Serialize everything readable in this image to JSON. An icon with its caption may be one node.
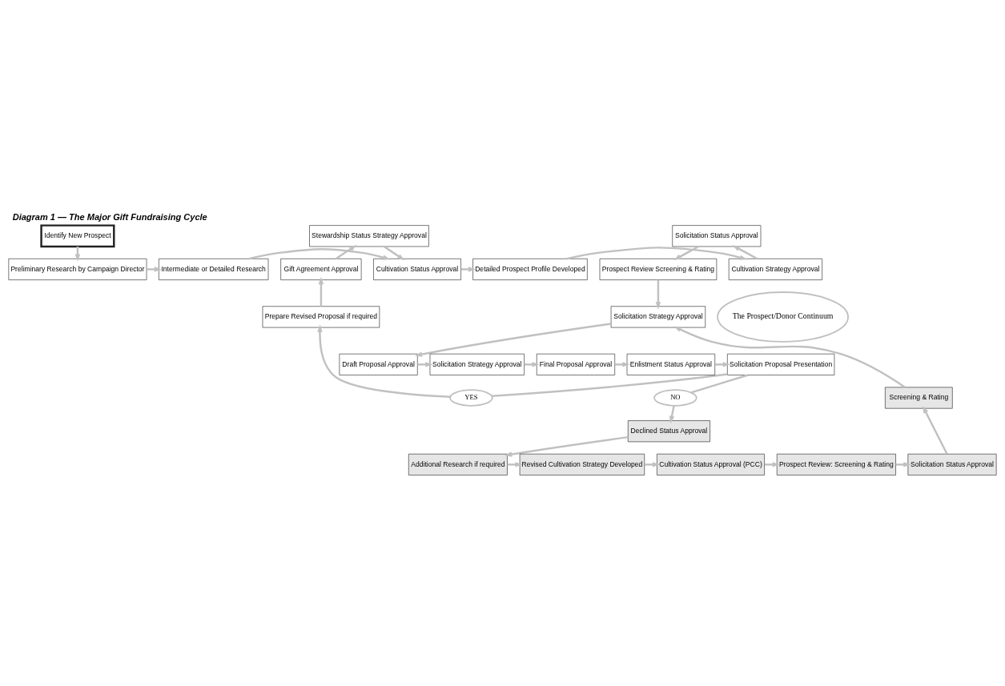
{
  "diagram": {
    "title": "Diagram 1 — The Major Gift Fundraising Cycle",
    "nodes": [
      {
        "text": [
          "Identify New Prospect"
        ]
      },
      {
        "text": [
          "Preliminary Research by Campaign Director"
        ]
      },
      {
        "text": [
          "Intermediate or Detailed Research"
        ]
      },
      {
        "text": [
          "Cultivation Status Approval"
        ]
      },
      {
        "text": [
          "Detailed Prospect Profile Developed"
        ]
      },
      {
        "text": [
          "Cultivation Strategy Approval"
        ]
      },
      {
        "text": [
          "Stewardship Status Strategy Approval"
        ]
      },
      {
        "text": [
          "Solicitation Status Approval"
        ]
      },
      {
        "text": [
          "Gift Agreement Approval"
        ]
      },
      {
        "text": [
          "Prospect Review Screening & Rating"
        ]
      },
      {
        "text": [
          "Prepare Revised Proposal if required"
        ]
      },
      {
        "text": [
          "The Prospect/Donor Continuum"
        ]
      },
      {
        "text": [
          "Solicitation Strategy Approval"
        ]
      },
      {
        "text": [
          "YES"
        ]
      },
      {
        "text": [
          "Solicitation Proposal Presentation"
        ]
      },
      {
        "text": [
          "Enlistment Status Approval"
        ]
      },
      {
        "text": [
          "Final Proposal Approval"
        ]
      },
      {
        "text": [
          "Solicitation Strategy Approval"
        ]
      },
      {
        "text": [
          "Draft Proposal Approval"
        ]
      },
      {
        "text": [
          "NO"
        ]
      },
      {
        "text": [
          "Declined Status Approval"
        ]
      },
      {
        "text": [
          "Screening & Rating"
        ]
      },
      {
        "text": [
          "Additional Research if required"
        ]
      },
      {
        "text": [
          "Revised Cultivation Strategy Developed"
        ]
      },
      {
        "text": [
          "Cultivation Status Approval (PCC)"
        ]
      },
      {
        "text": [
          "Prospect Review: Screening & Rating"
        ]
      },
      {
        "text": [
          "Solicitation Status Approval"
        ]
      }
    ],
    "edges": [
      {
        "from": 0,
        "to": 1,
        "arrow": "to"
      },
      {
        "from": 1,
        "to": 2,
        "arrow": "to"
      },
      {
        "from": 2,
        "to": 3,
        "arrow": "to"
      },
      {
        "from": 3,
        "to": 4,
        "arrow": "to"
      },
      {
        "from": 4,
        "to": 5,
        "arrow": "to"
      },
      {
        "from": 5,
        "to": 7,
        "arrow": "to"
      },
      {
        "from": 7,
        "to": 9,
        "arrow": "to"
      },
      {
        "from": 9,
        "to": 12,
        "arrow": "to"
      },
      {
        "from": 12,
        "to": 18,
        "arrow": "to"
      },
      {
        "from": 18,
        "to": 17,
        "arrow": "to"
      },
      {
        "from": 17,
        "to": 16,
        "arrow": "to"
      },
      {
        "from": 16,
        "to": 15,
        "arrow": "to"
      },
      {
        "from": 15,
        "to": 14,
        "arrow": "to"
      },
      {
        "from": 14,
        "to": 13,
        "arrow": "none"
      },
      {
        "from": 13,
        "to": 10,
        "arrow": "to"
      },
      {
        "from": 10,
        "to": 8,
        "arrow": "to"
      },
      {
        "from": 8,
        "to": 6,
        "arrow": "to"
      },
      {
        "from": 6,
        "to": 3,
        "arrow": "to"
      },
      {
        "from": 14,
        "to": 19,
        "arrow": "none"
      },
      {
        "from": 19,
        "to": 20,
        "arrow": "to"
      },
      {
        "from": 20,
        "to": 22,
        "arrow": "to"
      },
      {
        "from": 22,
        "to": 23,
        "arrow": "to"
      },
      {
        "from": 23,
        "to": 24,
        "arrow": "to"
      },
      {
        "from": 24,
        "to": 25,
        "arrow": "to"
      },
      {
        "from": 25,
        "to": 26,
        "arrow": "to"
      },
      {
        "from": 26,
        "to": 21,
        "arrow": "to"
      },
      {
        "from": 21,
        "to": 12,
        "arrow": "to"
      }
    ]
  }
}
